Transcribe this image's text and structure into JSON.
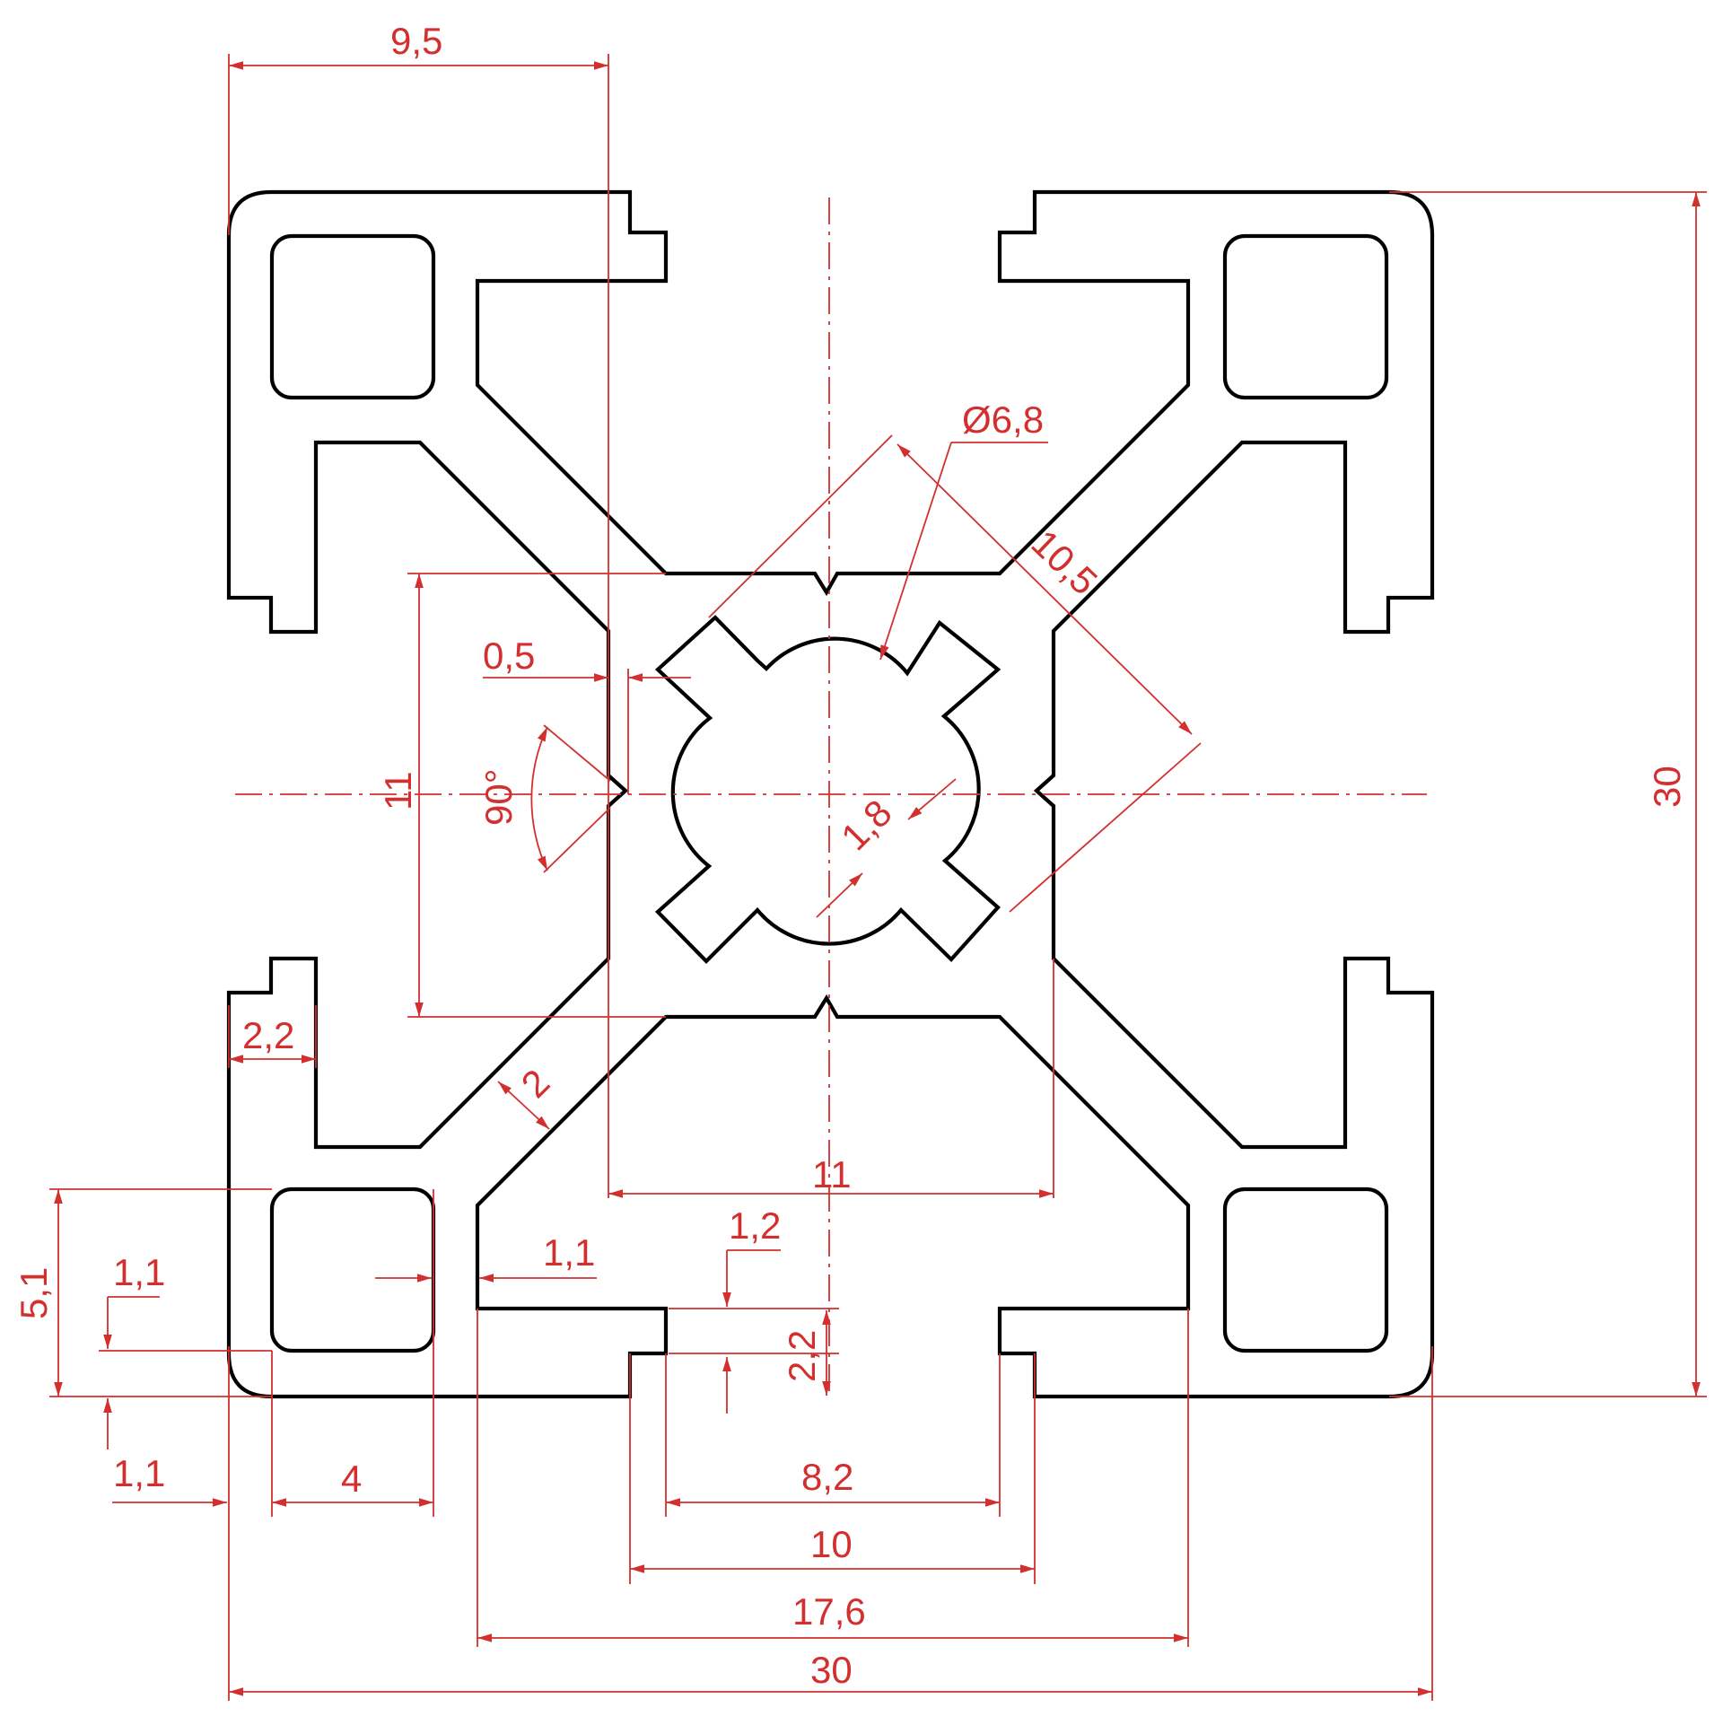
{
  "drawing": {
    "colors": {
      "outline": "#000000",
      "dimension": "#d32f2f",
      "background": "#ffffff"
    },
    "dimensions": {
      "top_width": "9,5",
      "diameter": "Ø6,8",
      "diagonal": "10,5",
      "overall_height": "30",
      "core_height": "11",
      "gap": "0,5",
      "angle": "90°",
      "rib": "1,8",
      "slot_depth_left": "2,2",
      "web": "2",
      "core_width": "11",
      "lip_top": "1,2",
      "lip_left": "1,1",
      "pocket_gap": "1,1",
      "pocket_height": "5,1",
      "slot_height": "2,2",
      "wall": "1,1",
      "pocket_width": "4",
      "slot_inner": "8,2",
      "slot_opening": "10",
      "slot_width": "17,6",
      "overall_width": "30"
    }
  }
}
